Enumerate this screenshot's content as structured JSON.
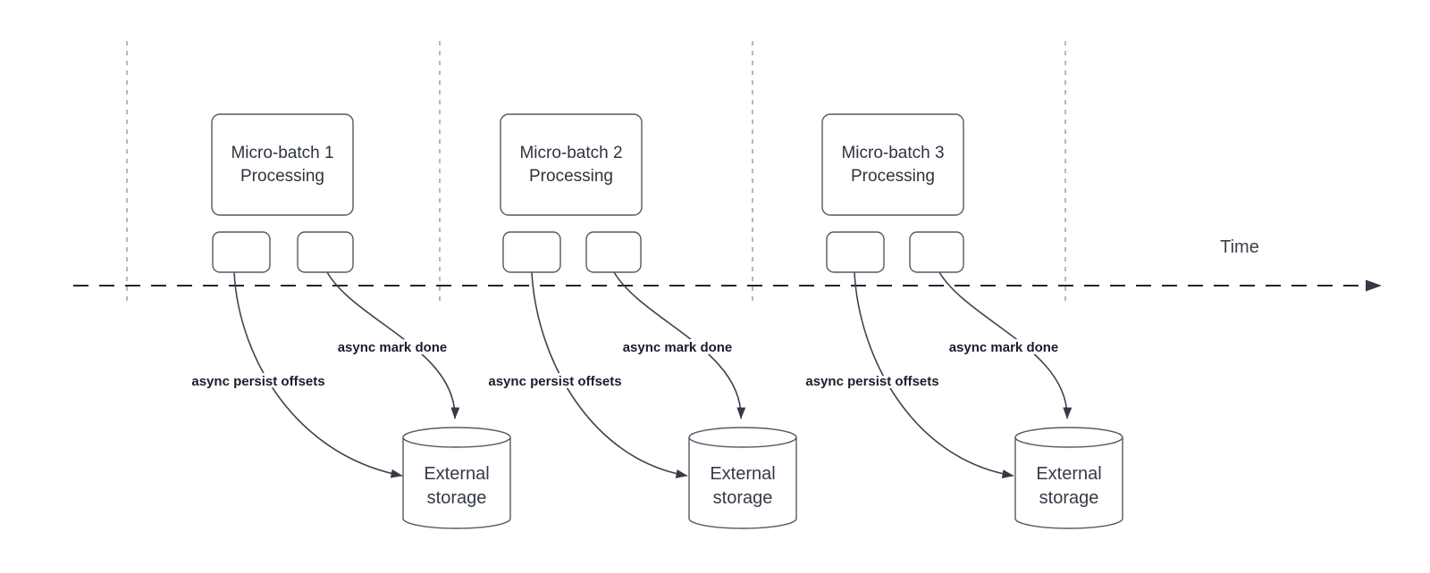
{
  "timeline": {
    "label": "Time"
  },
  "groups": [
    {
      "box_line1": "Micro-batch 1",
      "box_line2": "Processing",
      "persist_label": "async persist offsets",
      "mark_label": "async mark done",
      "storage_line1": "External",
      "storage_line2": "storage"
    },
    {
      "box_line1": "Micro-batch 2",
      "box_line2": "Processing",
      "persist_label": "async persist offsets",
      "mark_label": "async mark done",
      "storage_line1": "External",
      "storage_line2": "storage"
    },
    {
      "box_line1": "Micro-batch 3",
      "box_line2": "Processing",
      "persist_label": "async persist offsets",
      "mark_label": "async mark done",
      "storage_line1": "External",
      "storage_line2": "storage"
    }
  ],
  "colors": {
    "background": "#ffffff",
    "shape_stroke": "#545a64",
    "flow_arrow": "#3d434f",
    "guide_line": "#9da0a6",
    "timeline_line": "#21262f",
    "box_text": "#2e3440",
    "flow_label_text": "#181e2c"
  }
}
